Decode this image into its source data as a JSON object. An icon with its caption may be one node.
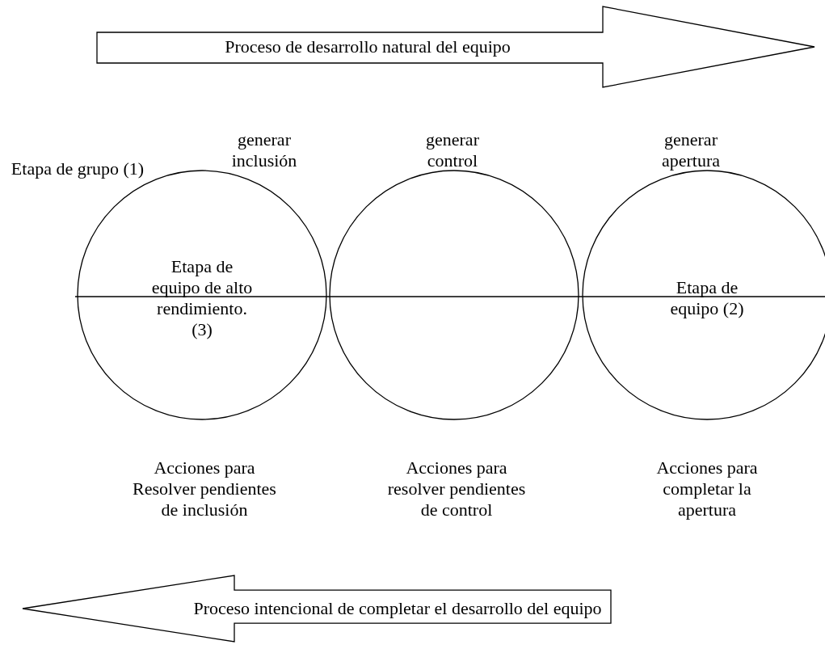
{
  "diagram": {
    "nodes": [
      {
        "text": [
          "Proceso de desarrollo natural del equipo"
        ]
      },
      {
        "text": [
          "Etapa de equipo de alto rendimiento. (3)"
        ]
      },
      {
        "text": [],
        "shape": "circle"
      },
      {
        "text": [
          "Etapa de equipo (2)"
        ]
      },
      {
        "text": [
          "Proceso intencional de completar el desarrollo del equipo"
        ]
      }
    ],
    "edges": [],
    "labels": [
      "Etapa de grupo (1)",
      "generar inclusión",
      "generar control",
      "generar apertura",
      "Acciones para Resolver pendientes de inclusión",
      "Acciones para resolver pendientes de control",
      "Acciones para completar la apertura"
    ]
  }
}
